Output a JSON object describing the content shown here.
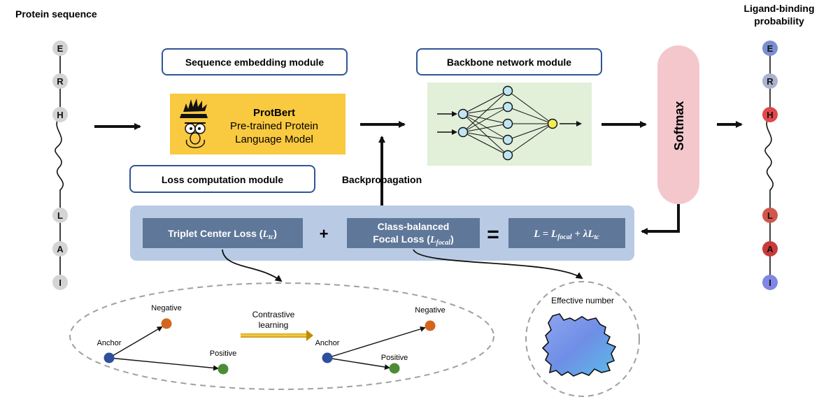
{
  "left_title": "Protein sequence",
  "right_title": [
    "Ligand-binding",
    "probability"
  ],
  "residues_left": [
    "E",
    "R",
    "H",
    "L",
    "A",
    "I"
  ],
  "residues_right": [
    "E",
    "R",
    "H",
    "L",
    "A",
    "I"
  ],
  "modules": {
    "embedding": "Sequence embedding module",
    "backbone": "Backbone network module",
    "loss": "Loss computation module"
  },
  "protbert": {
    "name": "ProtBert",
    "line1": "Pre-trained Protein",
    "line2": "Language Model"
  },
  "softmax": "Softmax",
  "backprop": "Backpropagation",
  "loss_terms": {
    "triplet": "Triplet Center Loss",
    "triplet_sym": "L",
    "triplet_sub": "tc",
    "plus": "+",
    "cb_line1": "Class-balanced",
    "cb_line2": "Focal Loss",
    "cb_sym": "L",
    "cb_sub": "focal",
    "equals": "=",
    "formula_lhs": "L = L",
    "formula_sub1": "focal",
    "formula_mid": " + λL",
    "formula_sub2": "tc"
  },
  "contrastive": {
    "anchor": "Anchor",
    "negative": "Negative",
    "positive": "Positive",
    "arrow_label_1": "Contrastive",
    "arrow_label_2": "learning"
  },
  "effective_number": "Effective number",
  "colors": {
    "module_border": "#2f5597",
    "protbert_bg": "#f9c940",
    "backbone_bg": "#e2efd9",
    "softmax_bg": "#f4c7cc",
    "loss_panel": "#b9cbe4",
    "loss_box": "#5f7799",
    "node_fill": "#bfe6f2",
    "output_node": "#f1ee55",
    "residue_gray": "#d4d4d4",
    "anchor": "#2e4f9c",
    "negative": "#d4651e",
    "positive": "#4d8c36"
  }
}
